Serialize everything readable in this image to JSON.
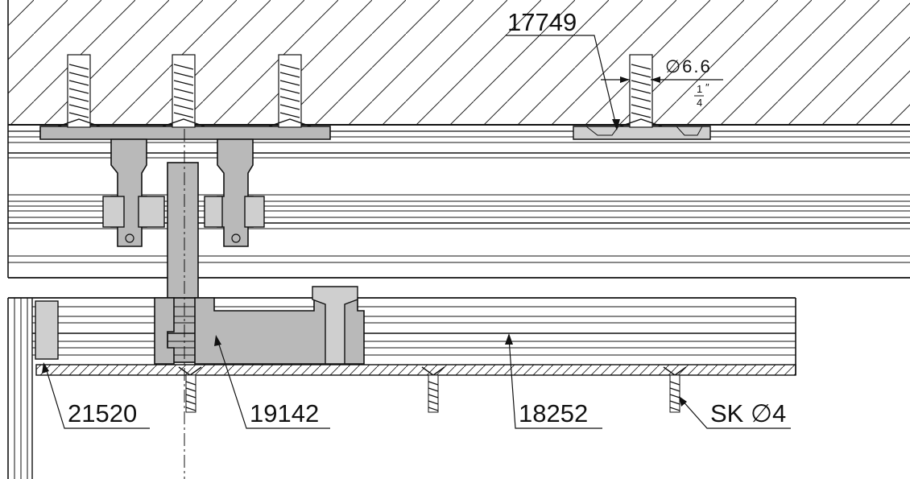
{
  "labels": {
    "p17749": "17749",
    "p21520": "21520",
    "p19142": "19142",
    "p18252": "18252",
    "sk": "SK ∅4"
  },
  "dimensions": {
    "diameter": "∅6.6",
    "inch_num": "1",
    "inch_den": "4",
    "inch_mark": "″"
  }
}
